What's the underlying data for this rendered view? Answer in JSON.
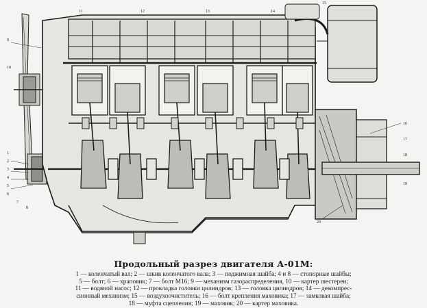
{
  "figure": {
    "title": "Продольный разрез двигателя А-01М:",
    "legend_lines": [
      "1 — коленчатый вал; 2 — шкив коленчатого вала; 3 — поджимная шайба; 4 и 8 — стопорные шайбы;",
      "5 — болт; 6 — храповик; 7 — болт М16; 9 — механизм газораспределения, 10 — картер шестерен;",
      "11 — водяной насос; 12 — прокладка головки цилиндров; 13 — головка цилиндров; 14 — декомпрес-",
      "сионный механизм; 15 — воздухоочиститель; 16 — болт крепления маховика; 17 — замковая шайба;",
      "18 — муфта сцепления; 19 — маховик; 20 — картер маховика."
    ],
    "callouts": {
      "c11": "11",
      "c12": "12",
      "c13": "13",
      "c14": "14",
      "c15": "15",
      "c9": "9",
      "c10": "10",
      "c1": "1",
      "c2": "2",
      "c3": "3",
      "c4": "4",
      "c5": "5",
      "c6": "6",
      "c7": "7",
      "c8": "8",
      "c16": "16",
      "c17": "17",
      "c18": "18",
      "c19": "19",
      "c20": "20"
    }
  }
}
